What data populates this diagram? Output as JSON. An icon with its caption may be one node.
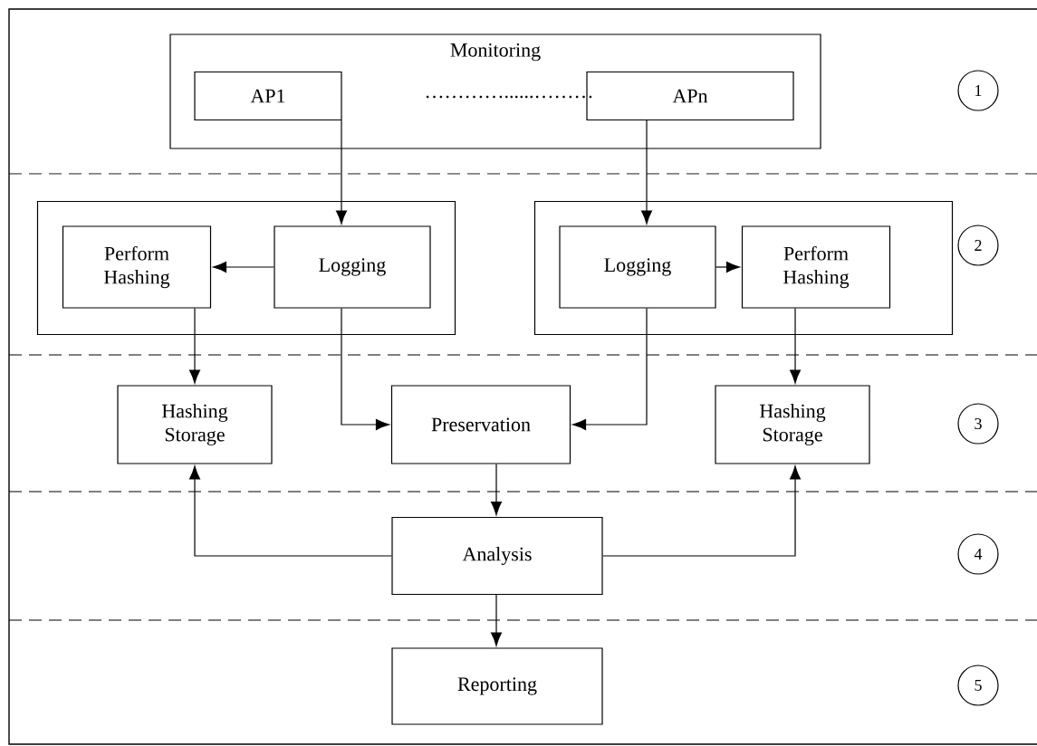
{
  "diagram": {
    "nodes": [
      {
        "text": [
          "Monitoring"
        ]
      },
      {
        "text": [
          "AP1"
        ],
        "in": 0
      },
      {
        "text": [
          "APn"
        ],
        "in": 0
      },
      {
        "text": [],
        "shape": "box"
      },
      {
        "text": [
          "Perform Hashing"
        ],
        "in": 3
      },
      {
        "text": [
          "Logging"
        ],
        "in": 3
      },
      {
        "text": [],
        "shape": "box"
      },
      {
        "text": [
          "Logging"
        ],
        "in": 6
      },
      {
        "text": [
          "Perform Hashing"
        ],
        "in": 6
      },
      {
        "text": [
          "Hashing Storage"
        ]
      },
      {
        "text": [
          "Preservation"
        ]
      },
      {
        "text": [
          "Hashing Storage"
        ]
      },
      {
        "text": [
          "Analysis"
        ]
      },
      {
        "text": [
          "Reporting"
        ]
      },
      {
        "text": [
          "1"
        ]
      },
      {
        "text": [
          "2"
        ]
      },
      {
        "text": [
          "3"
        ]
      },
      {
        "text": [
          "4"
        ]
      },
      {
        "text": [
          "5"
        ]
      }
    ],
    "edges": [
      {
        "from": 1,
        "to": 5,
        "arrow": "to"
      },
      {
        "from": 2,
        "to": 7,
        "arrow": "to"
      },
      {
        "from": 5,
        "to": 4,
        "arrow": "to"
      },
      {
        "from": 7,
        "to": 8,
        "arrow": "to"
      },
      {
        "from": 4,
        "to": 9,
        "arrow": "to"
      },
      {
        "from": 8,
        "to": 11,
        "arrow": "to"
      },
      {
        "from": 5,
        "to": 10,
        "arrow": "to"
      },
      {
        "from": 7,
        "to": 10,
        "arrow": "to"
      },
      {
        "from": 10,
        "to": 12,
        "arrow": "to"
      },
      {
        "from": 12,
        "to": 9,
        "arrow": "to"
      },
      {
        "from": 12,
        "to": 11,
        "arrow": "to"
      },
      {
        "from": 12,
        "to": 13,
        "arrow": "to"
      }
    ],
    "labels": [
      "…………......………"
    ]
  }
}
